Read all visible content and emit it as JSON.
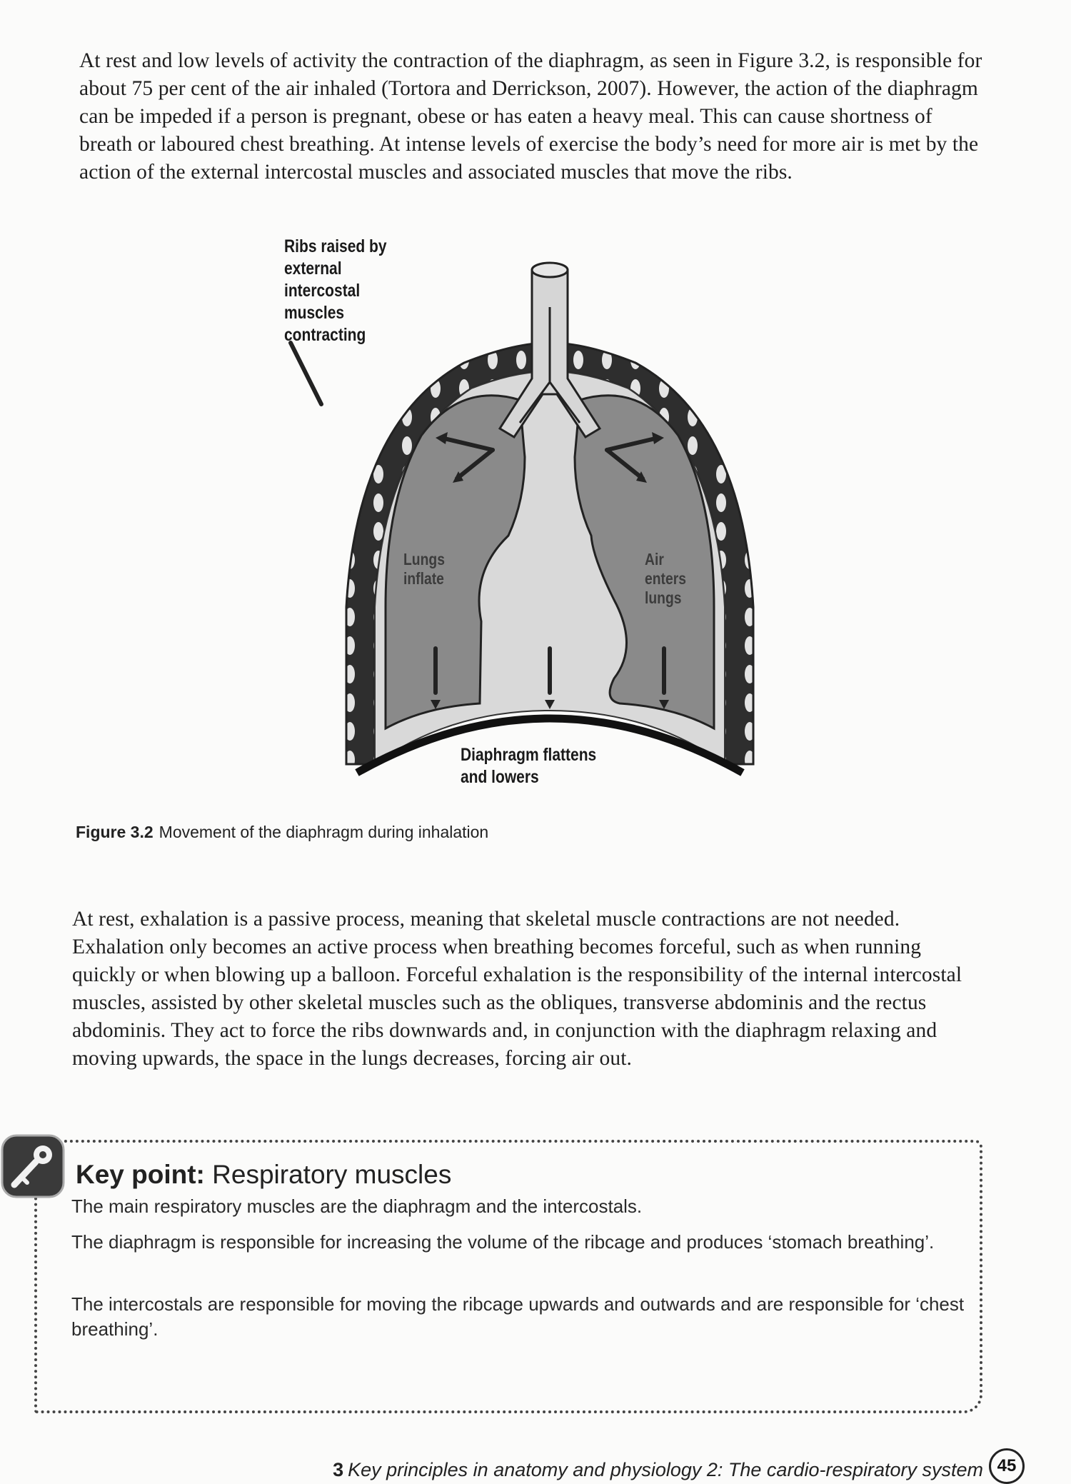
{
  "paragraphs": {
    "p1": "At rest and low levels of activity the contraction of the diaphragm, as seen in Figure 3.2, is responsible for about 75 per cent of the air inhaled (Tortora and Derrickson, 2007). However, the action of the diaphragm can be impeded if a person is pregnant, obese or has eaten a heavy meal. This can cause shortness of breath or laboured chest breathing. At intense levels of exercise the body’s need for more air is met by the action of the external intercostal muscles and associated muscles that move the ribs.",
    "p2": "At rest, exhalation is a passive process, meaning that skeletal muscle contractions are not needed. Exhalation only becomes an active process when breathing becomes forceful, such as when running quickly or when blowing up a balloon. Forceful exhalation is the responsibility of the internal intercostal muscles, assisted by other skeletal muscles such as the obliques, transverse abdominis and the rectus abdominis. They act to force the ribs downwards and, in conjunction with the diaphragm relaxing and moving upwards, the space in the lungs decreases, forcing air out."
  },
  "figure": {
    "labels": {
      "ribs": "Ribs raised by\nexternal\nintercostal\nmuscles\ncontracting",
      "lungs": "Lungs\ninflate",
      "air": "Air\nenters\nlungs",
      "diaphragm": "Diaphragm flattens\nand lowers"
    },
    "caption_number": "Figure 3.2",
    "caption_text": "Movement of the diaphragm during inhalation"
  },
  "key_point": {
    "title_prefix": "Key point:",
    "title": "Respiratory muscles",
    "items": [
      "The main respiratory muscles are the diaphragm and the intercostals.",
      "The diaphragm is responsible for increasing the volume of the ribcage and produces ‘stomach breathing’.",
      "The intercostals are responsible for moving the ribcage upwards and outwards and are responsible for ‘chest breathing’."
    ]
  },
  "footer": {
    "chapter_number": "3",
    "chapter_title": "Key principles in anatomy and physiology 2: The cardio-respiratory system",
    "page_number": "45"
  }
}
